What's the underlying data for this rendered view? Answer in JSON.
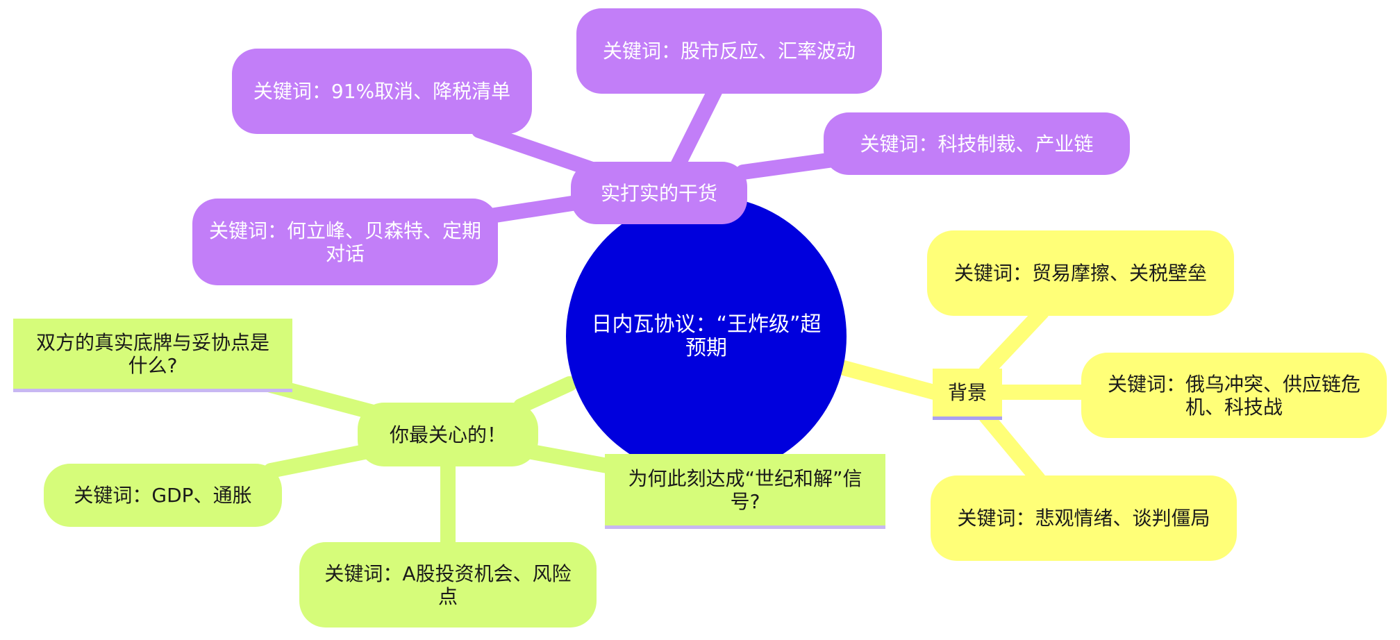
{
  "colors": {
    "root": "#0000dd",
    "purple_branch": "#c27ef8",
    "yellow_branch": "#ffff78",
    "green_branch": "#d6fc7a",
    "underline": "#c8b7f2"
  },
  "root": {
    "label": "日内瓦协议：“王炸级”超预期"
  },
  "branches": {
    "purple": {
      "label": "实打实的干货",
      "children": [
        "关键词：股市反应、汇率波动",
        "关键词：91%取消、降税清单",
        "关键词：科技制裁、产业链",
        "关键词：何立峰、贝森特、定期对话"
      ]
    },
    "yellow": {
      "label": "背景",
      "children": [
        "关键词：贸易摩擦、关税壁垒",
        "关键词：俄乌冲突、供应链危机、科技战",
        "关键词：悲观情绪、谈判僵局"
      ]
    },
    "green": {
      "label": "你最关心的！",
      "children": [
        "双方的真实底牌与妥协点是什么?",
        "关键词：GDP、通胀",
        "关键词：A股投资机会、风险点",
        "为何此刻达成“世纪和解”信号?"
      ]
    }
  }
}
